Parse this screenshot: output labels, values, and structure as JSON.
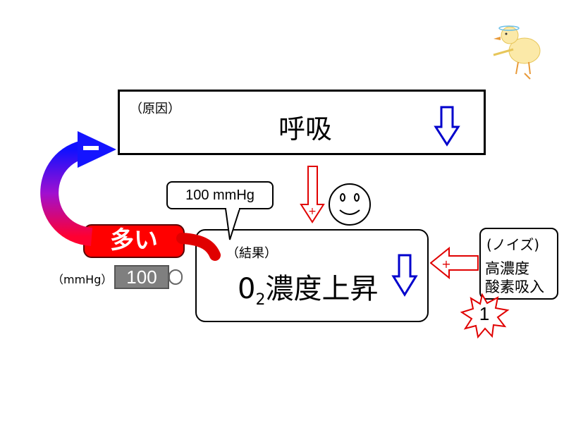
{
  "cause": {
    "tag": "（原因）",
    "title": "呼吸"
  },
  "result": {
    "tag": "（結果）",
    "o2": "0",
    "sub": "2",
    "title_rest": "濃度上昇"
  },
  "callout": {
    "text": "100 mmHg"
  },
  "meter": {
    "label": "多い",
    "unit": "（mmHg）",
    "value": "100"
  },
  "noise": {
    "line1": "(ノイズ)",
    "line2": "高濃度",
    "line3": "酸素吸入",
    "badge": "1"
  },
  "signs": {
    "minus": "−",
    "plus": "+",
    "plus2": "+"
  },
  "colors": {
    "down_arrow": "#0000cc",
    "plus_arrow": "#e00000",
    "tube": "#ff0000",
    "gradient_start": "#0000ff",
    "gradient_end": "#ff0000"
  }
}
